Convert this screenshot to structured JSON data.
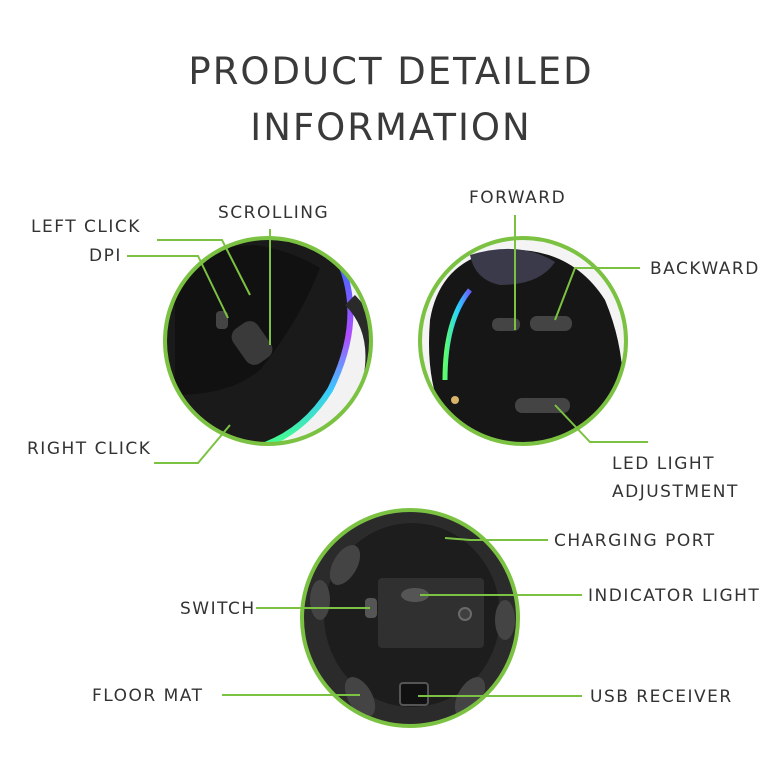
{
  "title": {
    "line1": "PRODUCT DETAILED",
    "line2": "INFORMATION"
  },
  "colors": {
    "accent_green": "#7cc242",
    "text": "#333333"
  },
  "labels": {
    "left_click": "LEFT CLICK",
    "dpi": "DPI",
    "scrolling": "SCROLLING",
    "right_click": "RIGHT CLICK",
    "forward": "FORWARD",
    "backward": "BACKWARD",
    "led_light_line1": "LED LIGHT",
    "led_light_line2": "ADJUSTMENT",
    "charging_port": "CHARGING PORT",
    "switch": "SWITCH",
    "indicator_light": "INDICATOR LIGHT",
    "floor_mat": "FLOOR MAT",
    "usb_receiver": "USB RECEIVER"
  }
}
